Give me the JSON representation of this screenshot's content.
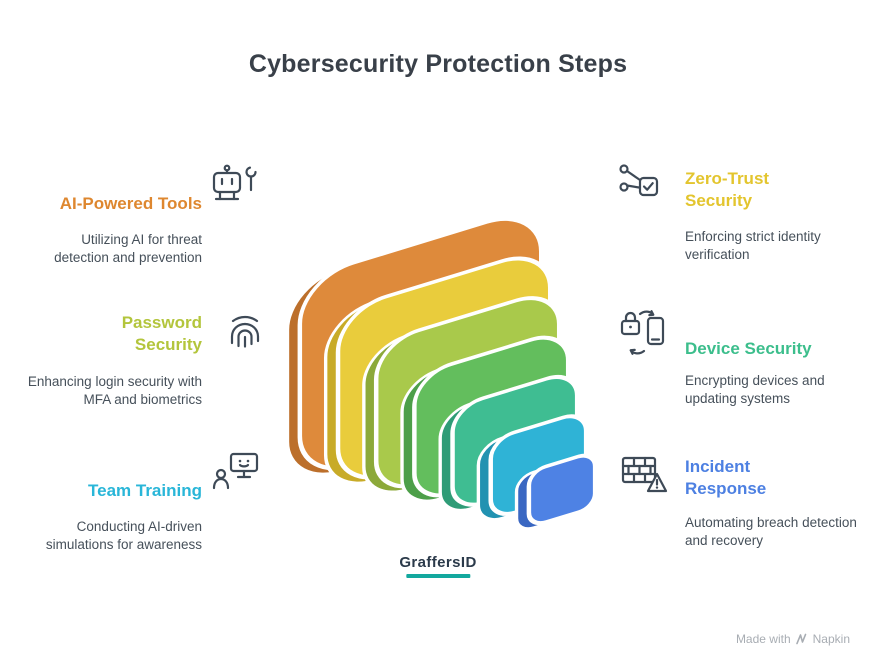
{
  "title": "Cybersecurity Protection Steps",
  "left_items": [
    {
      "heading": "AI-Powered Tools",
      "heading_color": "#de872f",
      "description": "Utilizing AI for threat detection and prevention",
      "icon": "robot-wrench-icon"
    },
    {
      "heading": "Password Security",
      "heading_color": "#b3c53c",
      "description": "Enhancing login security with MFA and biometrics",
      "icon": "fingerprint-icon"
    },
    {
      "heading": "Team Training",
      "heading_color": "#29b6d8",
      "description": "Conducting AI-driven simulations for awareness",
      "icon": "training-presentation-icon"
    }
  ],
  "right_items": [
    {
      "heading": "Zero-Trust Security",
      "heading_color": "#e3c52e",
      "description": "Enforcing strict identity verification",
      "icon": "network-check-icon"
    },
    {
      "heading": "Device Security",
      "heading_color": "#3cbe8c",
      "description": "Encrypting devices and updating systems",
      "icon": "lock-phone-icon"
    },
    {
      "heading": "Incident Response",
      "heading_color": "#4d80e2",
      "description": "Automating breach detection and recovery",
      "icon": "firewall-warning-icon"
    }
  ],
  "stack": {
    "layers": [
      {
        "face": "#de8a3b",
        "side": "#bc6f2b"
      },
      {
        "face": "#e9cc3c",
        "side": "#c8ab28"
      },
      {
        "face": "#a9c94b",
        "side": "#8ca93a"
      },
      {
        "face": "#63be5d",
        "side": "#4d9f49"
      },
      {
        "face": "#3fbd92",
        "side": "#2f9c77"
      },
      {
        "face": "#2fb3d6",
        "side": "#2292b1"
      },
      {
        "face": "#4e82e4",
        "side": "#3a67c2"
      }
    ]
  },
  "footer": {
    "logo_text": "GraffersID",
    "made_with": "Made with",
    "napkin": "Napkin"
  }
}
